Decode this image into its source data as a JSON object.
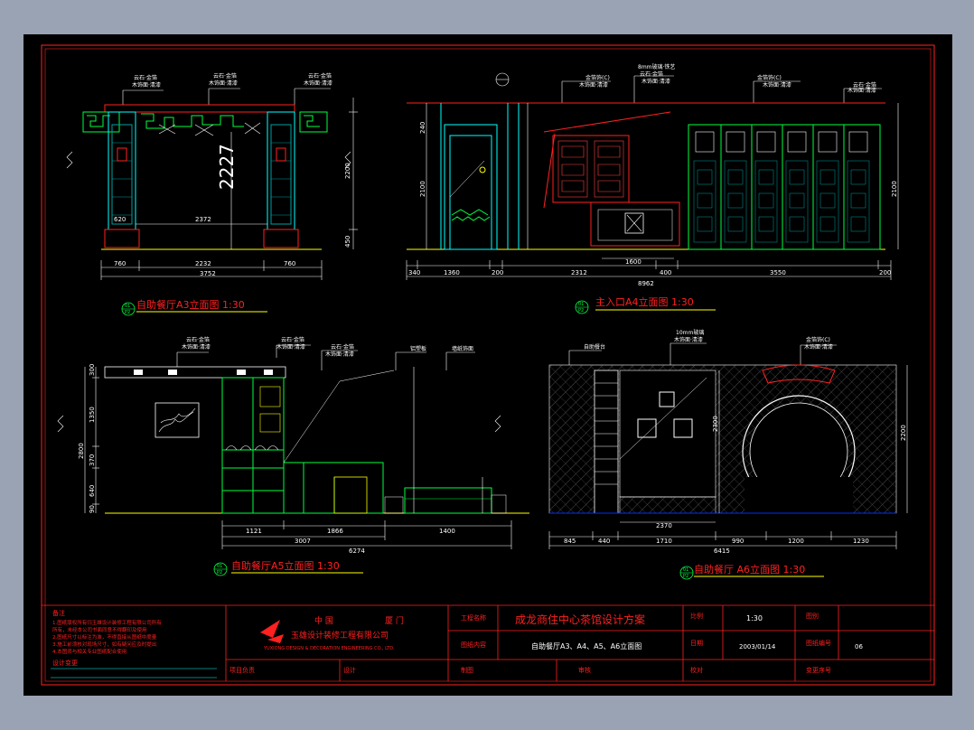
{
  "drawings": [
    {
      "title": "自助餐厅A3立面图  1:30",
      "marker_top": "01",
      "marker_bottom": "P2"
    },
    {
      "title": "主入口A4立面图  1:30",
      "marker_top": "01",
      "marker_bottom": "P2"
    },
    {
      "title": "自助餐厅A5立面图  1:30",
      "marker_top": "01",
      "marker_bottom": "P2"
    },
    {
      "title": "自助餐厅 A6立面图  1:30",
      "marker_top": "01",
      "marker_bottom": "P2"
    }
  ],
  "dims": {
    "a3_bottom": [
      "760",
      "2232",
      "760"
    ],
    "a3_total": "3752",
    "a3_width_inner": "2372",
    "a3_side_left": "620",
    "a3_height": "2200",
    "a3_mid": "2227",
    "a3_base": "450",
    "a4_bottom": [
      "340",
      "1360",
      "200",
      "2312",
      "400",
      "3550",
      "200"
    ],
    "a4_total": "8962",
    "a4_mid": "1600",
    "a4_h_left": [
      "240",
      "2100"
    ],
    "a4_h_right": "2100",
    "a5_bottom": [
      "1121",
      "1866",
      "1400"
    ],
    "a5_total": "3007",
    "a5_total2": "6274",
    "a5_h": [
      "300",
      "1350",
      "370",
      "640",
      "90"
    ],
    "a5_h_total": "2800",
    "a6_bottom": [
      "845",
      "440",
      "1710",
      "990",
      "1200",
      "1230"
    ],
    "a6_total": "6415",
    "a6_mid": "2370",
    "a6_h": "2300",
    "a6_h2": "2200"
  },
  "notes": {
    "heading": "备注",
    "lines": [
      "1.图纸版权所有归玉雄设计装修工程有限公司所有",
      "所有，未经本公司书面同意不得翻印及使用",
      "2.图纸尺寸以标注为准，不得直接从图纸中度量",
      "3.施工前须核对现场尺寸，如有疑问应及时提出",
      "4.本图须与相关专业图纸配合使用"
    ],
    "design_change": "设计变更"
  },
  "company": {
    "country": "中 国",
    "city": "厦 门",
    "name_cn": "玉雄设计装修工程有限公司",
    "name_en": "YUXIONG DESIGN & DECORATION ENGINEERING CO., LTD."
  },
  "titleblock": {
    "project_label": "工程名称",
    "project_value": "成龙商住中心茶馆设计方案",
    "content_label": "图纸内容",
    "content_value": "自助餐厅A3、A4、A5、A6立面图",
    "scale_label": "比例",
    "scale_value": "1:30",
    "date_label": "日期",
    "date_value": "2003/01/14",
    "drawn_label": "图别",
    "sheet_label": "图纸编号",
    "sheet_value": "06",
    "manager_label": "项目负责",
    "design_label": "设计",
    "draw_label": "制图",
    "review_label": "审核",
    "check_label": "校对",
    "change_label": "变更序号"
  },
  "colors": {
    "frame": "#ff2020",
    "white": "#ffffff",
    "cyan": "#00ffff",
    "green": "#00ff40",
    "yellow": "#ffff00",
    "red": "#ff2020",
    "magenta": "#ff40ff",
    "blue": "#3050ff",
    "teal": "#00a0a0"
  }
}
